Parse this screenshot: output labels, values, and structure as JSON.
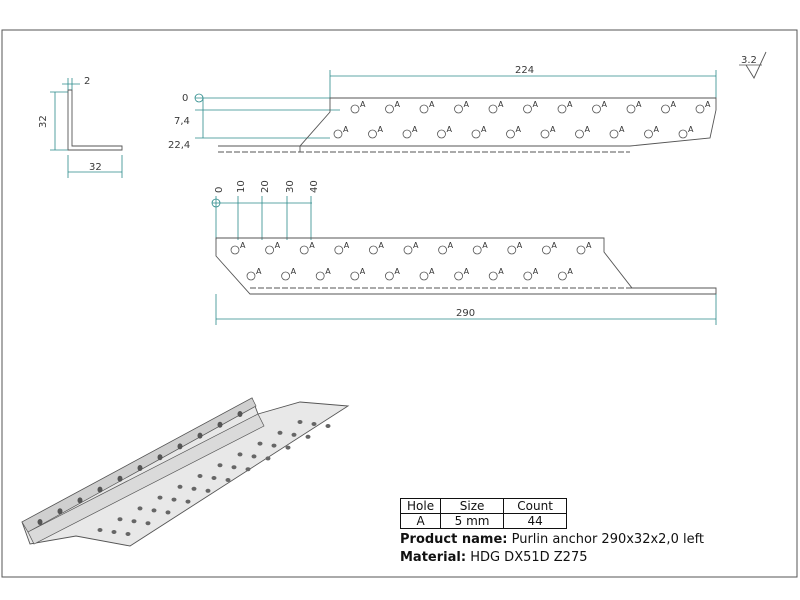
{
  "roughness": "3.2",
  "section": {
    "thickness": "2",
    "height": "32",
    "width": "32"
  },
  "top_view": {
    "len": "224",
    "y0": "0",
    "y1": "7,4",
    "y2": "22,4",
    "hole_label": "A"
  },
  "side_view": {
    "x_marks": [
      "0",
      "10",
      "20",
      "30",
      "40"
    ],
    "len": "290",
    "hole_label": "A"
  },
  "hole_table": {
    "headers": [
      "Hole",
      "Size",
      "Count"
    ],
    "row": [
      "A",
      "5 mm",
      "44"
    ]
  },
  "product": {
    "name_label": "Product name:",
    "name_value": "Purlin anchor 290x32x2,0 left"
  },
  "material": {
    "label": "Material:",
    "value": "HDG DX51D Z275"
  }
}
